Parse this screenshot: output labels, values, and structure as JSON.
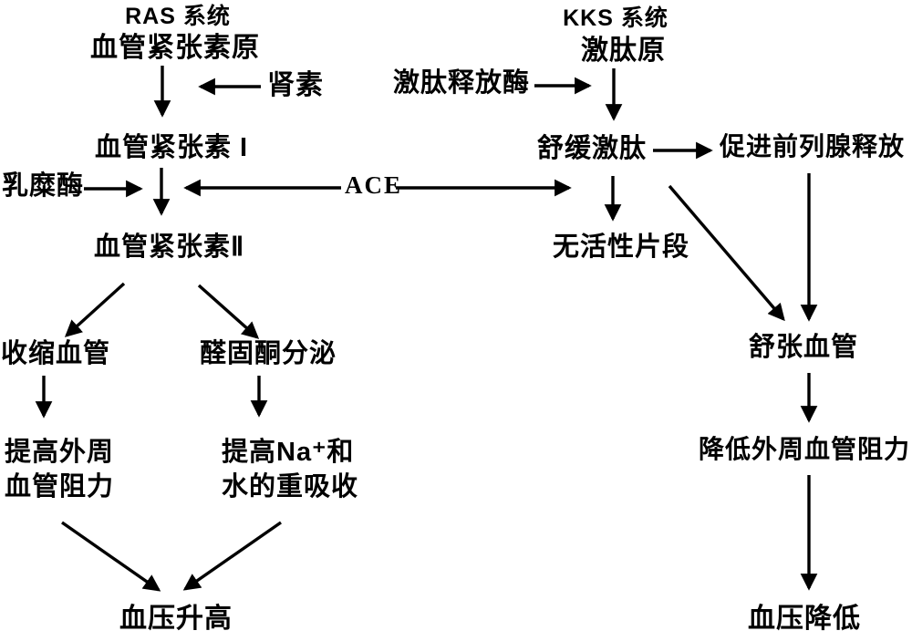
{
  "titles": {
    "ras": "RAS 系统",
    "kks": "KKS 系统"
  },
  "nodes": {
    "angiotensinogen": "血管紧张素原",
    "renin": "肾素",
    "kininogen": "激肽原",
    "kallikrein": "激肽释放酶",
    "angiotensin1": "血管紧张素 I",
    "chymase": "乳糜酶",
    "ace": "ACE",
    "bradykinin": "舒缓激肽",
    "prostaglandin_release": "促进前列腺释放",
    "angiotensin2": "血管紧张素Ⅱ",
    "inactive_fragment": "无活性片段",
    "vasoconstriction": "收缩血管",
    "aldosterone_secretion": "醛固酮分泌",
    "raise_resistance_line1": "提高外周",
    "raise_resistance_line2": "血管阻力",
    "raise_na_line1": "提高Na⁺和",
    "raise_na_line2": "水的重吸收",
    "vasodilation": "舒张血管",
    "lower_resistance": "降低外周血管阻力",
    "bp_rise": "血压升高",
    "bp_fall": "血压降低"
  },
  "colors": {
    "ink": "#000000",
    "background": "#ffffff"
  }
}
